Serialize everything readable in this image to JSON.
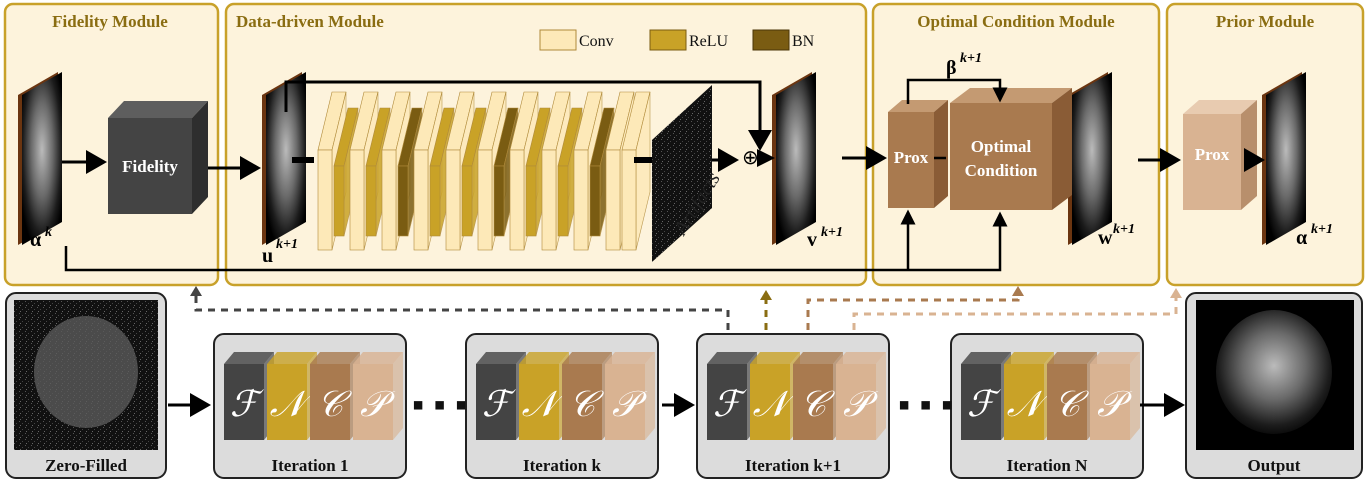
{
  "modules": {
    "fidelity": "Fidelity Module",
    "data_driven": "Data-driven Module",
    "optimal": "Optimal Condition Module",
    "prior": "Prior Module"
  },
  "blocks": {
    "fidelity": "Fidelity",
    "prox_small": "Prox",
    "optimal_line1": "Optimal",
    "optimal_line2": "Condition",
    "prior_prox": "Prox"
  },
  "legend": {
    "conv": "Conv",
    "relu": "ReLU",
    "bn": "BN"
  },
  "artifacts": "Artifacts",
  "oplus": "⊕",
  "variables": {
    "alpha": "α",
    "alpha_sup": "k",
    "u": "u",
    "u_sup": "k+1",
    "v": "v",
    "v_sup": "k+1",
    "beta": "β",
    "beta_sup": "k+1",
    "w": "w",
    "w_sup": "k+1",
    "alpha_out": "α",
    "alpha_out_sup": "k+1"
  },
  "iterations": [
    "Iteration 1",
    "Iteration k",
    "Iteration k+1",
    "Iteration N"
  ],
  "glyphs": [
    "ℱ",
    "𝒩",
    "𝒞",
    "𝒫"
  ],
  "ellipsis": "▪ ▪ ▪",
  "zero_filled": "Zero-Filled",
  "output": "Output",
  "colors": {
    "module_fill": "#fdf3dc",
    "module_border": "#c8a12a",
    "fidelity_block": "#444444",
    "relu": "#c9a227",
    "bn": "#7a5c12",
    "conv": "#fde9b8",
    "condition": "#a97a4f",
    "prior": "#d9b392"
  }
}
